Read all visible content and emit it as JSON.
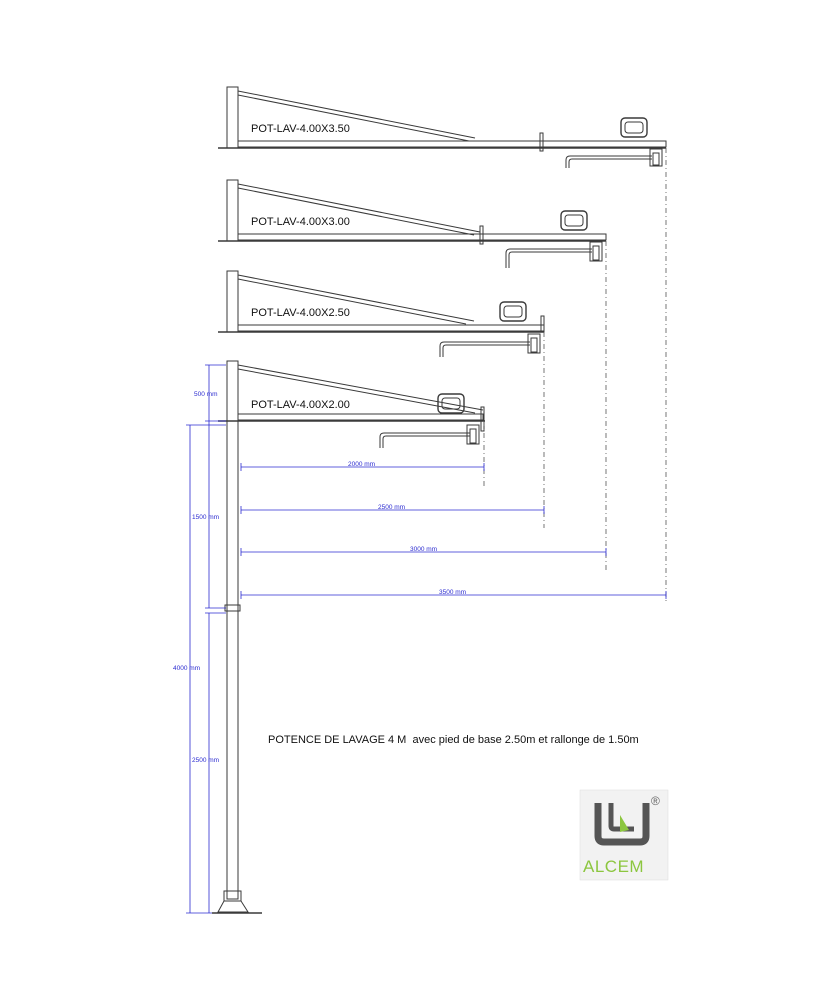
{
  "models": [
    {
      "ref": "POT-LAV-4.00X3.50"
    },
    {
      "ref": "POT-LAV-4.00X3.00"
    },
    {
      "ref": "POT-LAV-4.00X2.50"
    },
    {
      "ref": "POT-LAV-4.00X2.00"
    }
  ],
  "dimensions": {
    "vertical": {
      "top_segment": "500 mm",
      "extension": "1500 mm",
      "total": "4000 mm",
      "base": "2500 mm"
    },
    "horizontal": [
      "2000 mm",
      "2500 mm",
      "3000 mm",
      "3500 mm"
    ]
  },
  "caption": "POTENCE DE LAVAGE 4 M  avec pied de base 2.50m et rallonge de 1.50m",
  "logo": {
    "brand": "ALCEM",
    "registered": "®",
    "brand_color": "#8cc63f",
    "accent_color": "#8cc63f"
  },
  "colors": {
    "line": "#3a3a3a",
    "dimension": "#2b2bd0"
  }
}
